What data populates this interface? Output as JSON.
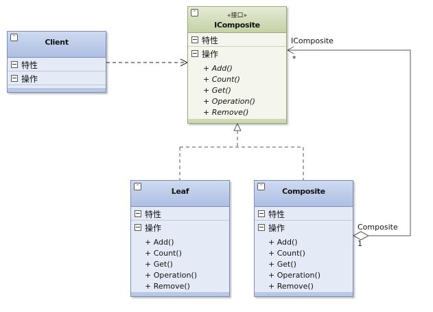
{
  "classes": {
    "client": {
      "name": "Client",
      "attributes_label": "特性",
      "operations_label": "操作"
    },
    "icomposite": {
      "stereotype": "«接口»",
      "name": "IComposite",
      "attributes_label": "特性",
      "operations_label": "操作",
      "operations": [
        "+ Add()",
        "+ Count()",
        "+ Get()",
        "+ Operation()",
        "+ Remove()"
      ]
    },
    "leaf": {
      "name": "Leaf",
      "attributes_label": "特性",
      "operations_label": "操作",
      "operations": [
        "+ Add()",
        "+ Count()",
        "+ Get()",
        "+ Operation()",
        "+ Remove()"
      ]
    },
    "composite": {
      "name": "Composite",
      "attributes_label": "特性",
      "operations_label": "操作",
      "operations": [
        "+ Add()",
        "+ Count()",
        "+ Get()",
        "+ Operation()",
        "+ Remove()"
      ]
    }
  },
  "connectors": {
    "aggregation_target_role": "IComposite",
    "aggregation_target_multiplicity": "*",
    "aggregation_source_role": "Composite",
    "aggregation_source_multiplicity": "1"
  },
  "icons": {
    "collapse": "collapse-chevron-icon",
    "compartment_toggle": "minus-toggle-icon"
  },
  "colors": {
    "class_header": "#aebfe3",
    "interface_header": "#c5d1a6",
    "border": "#7a8fb8"
  }
}
